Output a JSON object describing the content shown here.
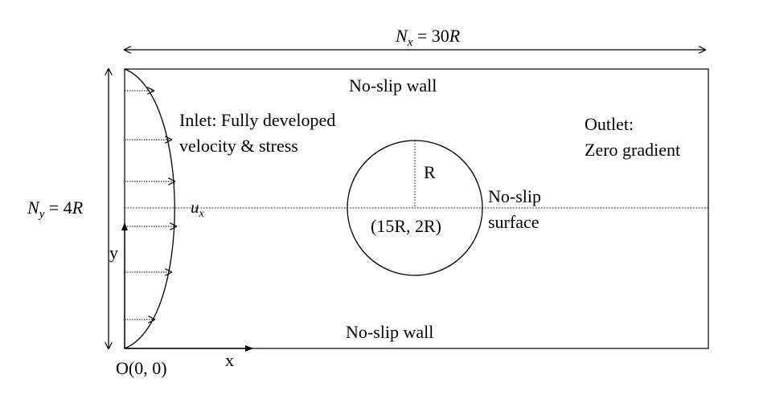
{
  "domain_width": {
    "var": "N",
    "sub": "x",
    "rest": " = 30",
    "unit": "R"
  },
  "domain_height": {
    "var": "N",
    "sub": "y",
    "rest": " = 4",
    "unit": "R"
  },
  "top_wall_label": "No-slip wall",
  "bottom_wall_label": "No-slip wall",
  "inlet_label": {
    "line1": "Inlet: Fully developed",
    "line2": "velocity & stress"
  },
  "outlet_label": {
    "line1": "Outlet:",
    "line2": "Zero gradient"
  },
  "cylinder": {
    "radius_label": "R",
    "center_label": "(15R, 2R)",
    "surface_line1": "No-slip",
    "surface_line2": "surface"
  },
  "velocity_label": {
    "var": "u",
    "sub": "x"
  },
  "origin_label": "O(0, 0)",
  "x_axis_label": "x",
  "y_axis_label": "y"
}
